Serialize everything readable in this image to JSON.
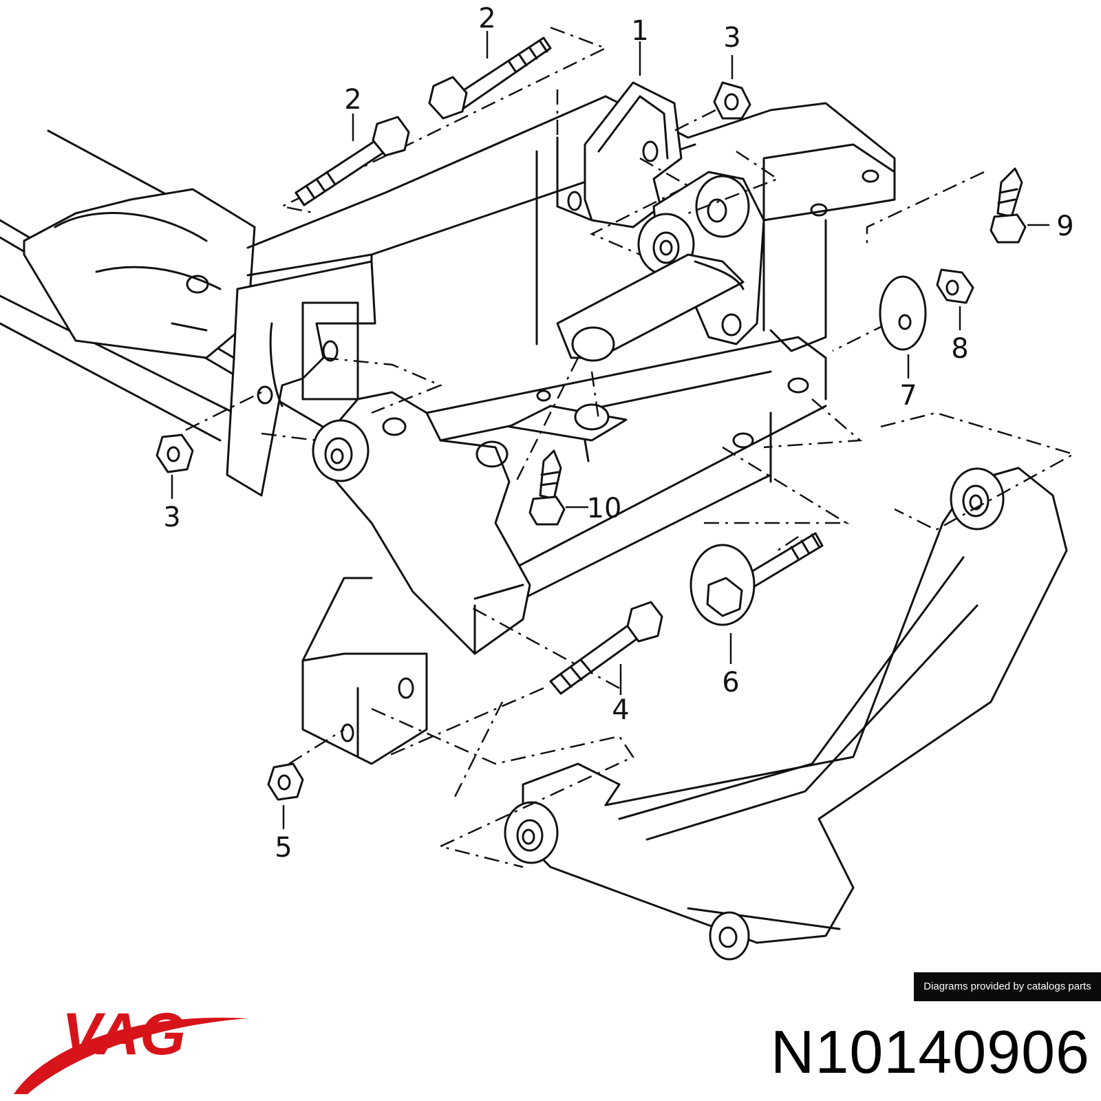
{
  "diagram": {
    "callouts": [
      {
        "label": "1"
      },
      {
        "label": "2"
      },
      {
        "label": "2"
      },
      {
        "label": "3"
      },
      {
        "label": "3"
      },
      {
        "label": "4"
      },
      {
        "label": "5"
      },
      {
        "label": "6"
      },
      {
        "label": "7"
      },
      {
        "label": "8"
      },
      {
        "label": "9"
      },
      {
        "label": "10"
      }
    ]
  },
  "credit": "Diagrams provided by catalogs parts",
  "brand": {
    "logo_text": "VAG",
    "logo_color": "#d7141a"
  },
  "part_number": "N10140906"
}
